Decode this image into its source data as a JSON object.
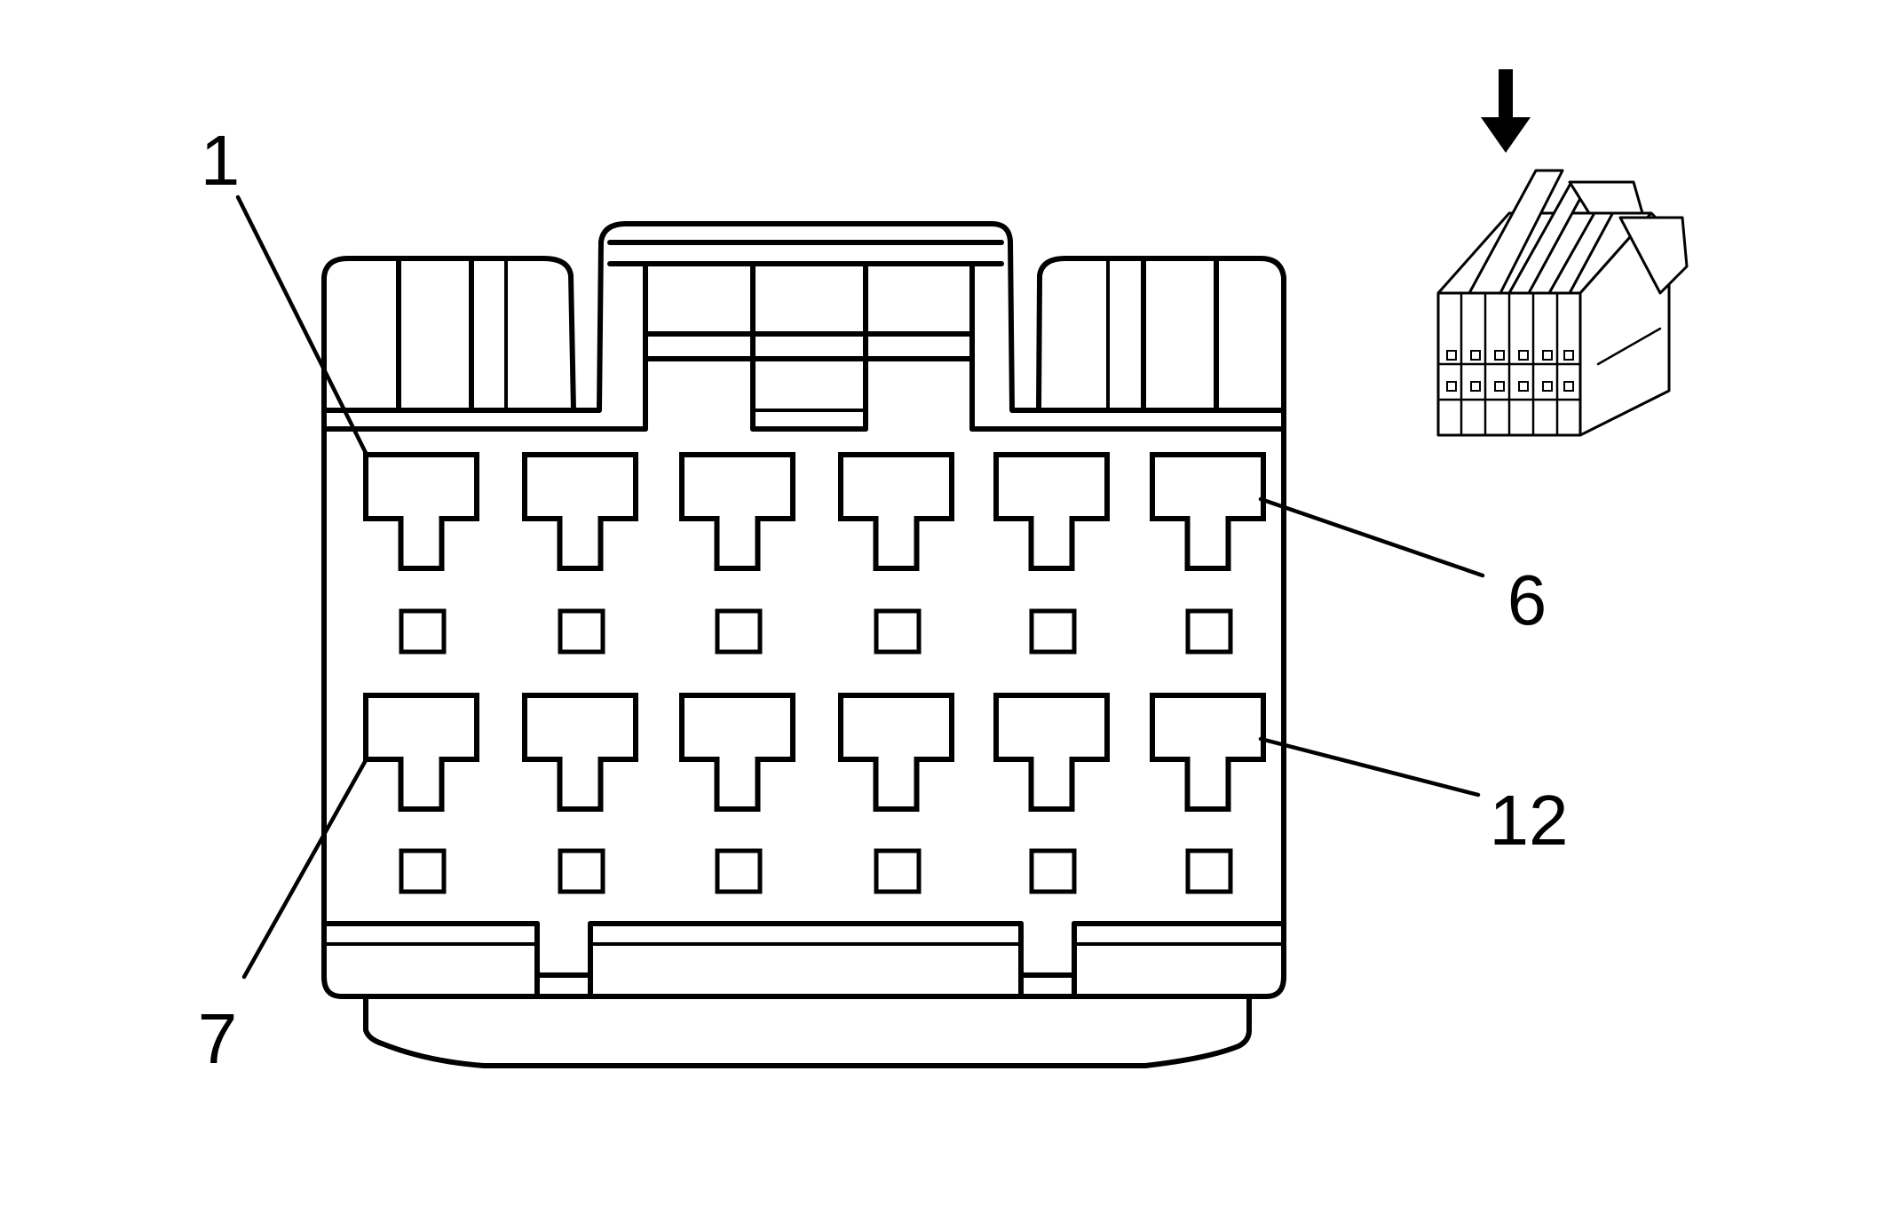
{
  "diagram": {
    "callouts": {
      "pin_1": "1",
      "pin_6": "6",
      "pin_7": "7",
      "pin_12": "12"
    },
    "connector": {
      "rows": 2,
      "pins_per_row": 6,
      "total_pins": 12
    },
    "colors": {
      "line": "#000000",
      "background": "#ffffff"
    },
    "icons": [
      "down-arrow-icon",
      "connector-thumbnail-icon"
    ]
  }
}
